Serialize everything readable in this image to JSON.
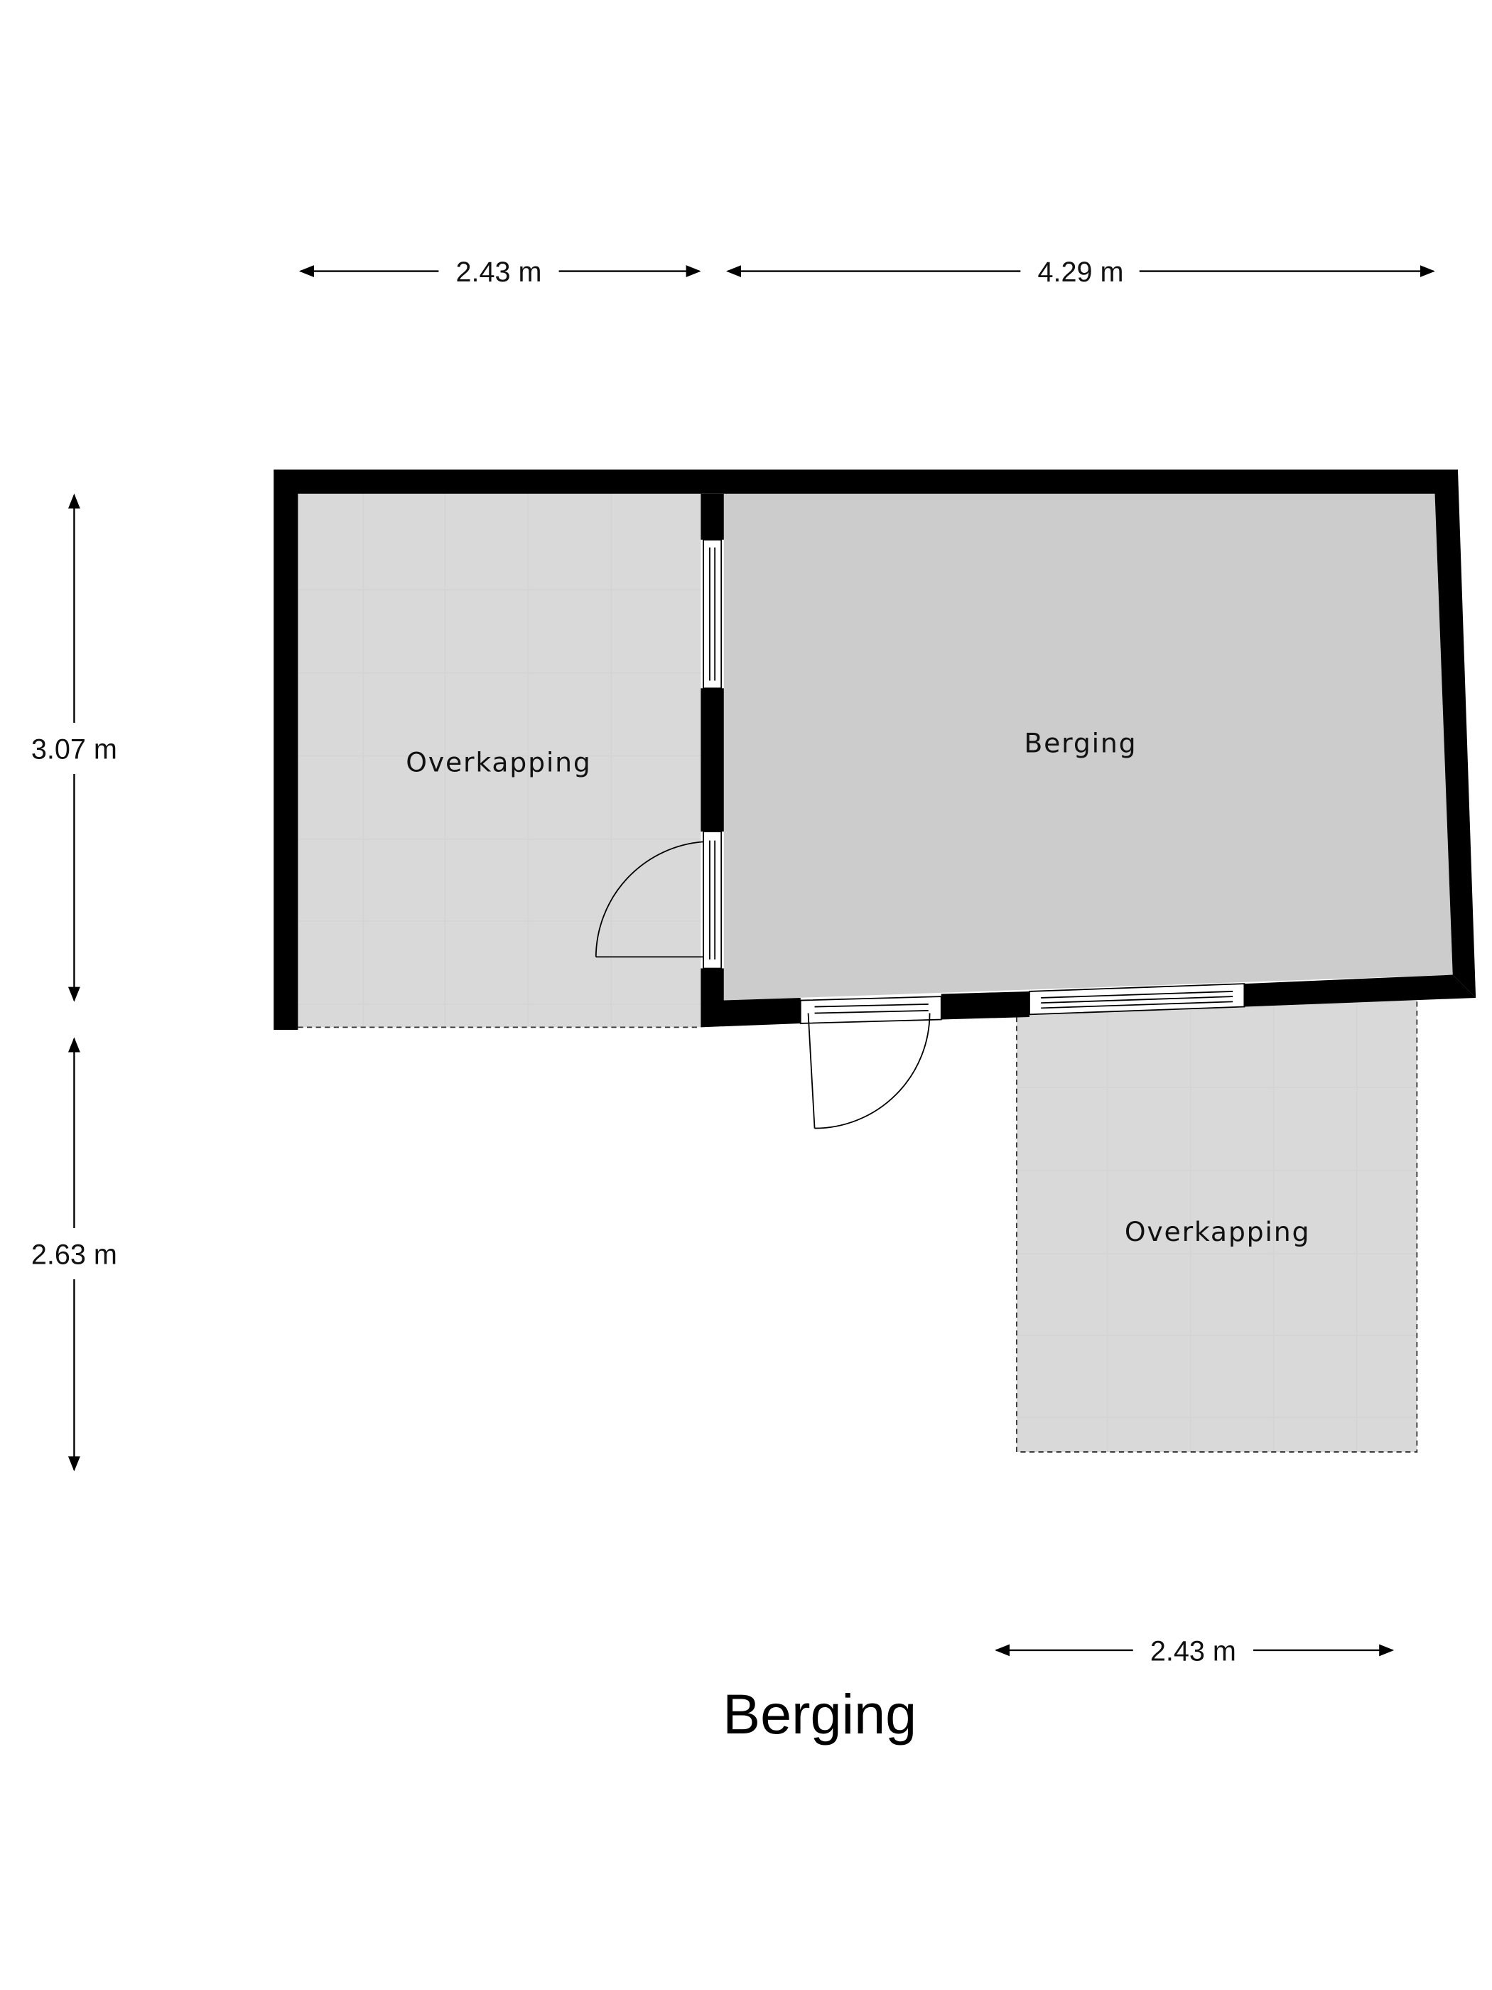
{
  "title": "Berging",
  "dimensions": {
    "top_left": "2.43 m",
    "top_right": "4.29 m",
    "left_upper": "3.07 m",
    "left_lower": "2.63 m",
    "bottom": "2.43 m"
  },
  "rooms": [
    {
      "name": "Overkapping"
    },
    {
      "name": "Berging"
    },
    {
      "name": "Overkapping"
    }
  ],
  "colors": {
    "wall": "#000000",
    "berging_floor": "#cccccc",
    "overkapping_floor": "#d9d9d9"
  }
}
